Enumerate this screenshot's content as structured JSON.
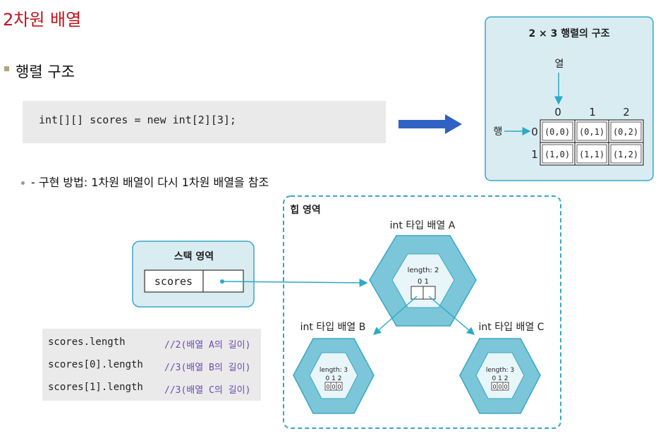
{
  "title": "2차원 배열",
  "section": {
    "label": "행렬 구조"
  },
  "code_decl": "int[][] scores = new int[2][3];",
  "matrix_panel": {
    "title": "2 × 3 행렬의 구조",
    "col_label": "열",
    "row_label": "행",
    "col_indices": [
      "0",
      "1",
      "2"
    ],
    "row_indices": [
      "0",
      "1"
    ],
    "cells": [
      [
        "(0,0)",
        "(0,1)",
        "(0,2)"
      ],
      [
        "(1,0)",
        "(1,1)",
        "(1,2)"
      ]
    ]
  },
  "impl": {
    "text": "- 구현 방법: 1차원 배열이 다시 1차원 배열을 참조"
  },
  "stack": {
    "title": "스택 영역",
    "var": "scores"
  },
  "heap": {
    "title": "힙 영역",
    "array_a": {
      "label": "int 타입 배열 A",
      "length_text": "length: 2",
      "indices": "0  1"
    },
    "array_b": {
      "label": "int 타입 배열 B",
      "length_text": "length: 3",
      "indices": "0 1 2",
      "cells": [
        "0",
        "0",
        "0"
      ]
    },
    "array_c": {
      "label": "int 타입 배열 C",
      "length_text": "length: 3",
      "indices": "0 1 2",
      "cells": [
        "0",
        "0",
        "0"
      ]
    }
  },
  "code_lengths": [
    {
      "code": "scores.length",
      "comment": "//2(배열 A의 길이)"
    },
    {
      "code": "scores[0].length",
      "comment": "//3(배열 B의 길이)"
    },
    {
      "code": "scores[1].length",
      "comment": "//3(배열 C의 길이)"
    }
  ],
  "colors": {
    "title_red": "#c0141c",
    "panel_fill": "#d9ecf2",
    "panel_border": "#3aa6c4",
    "arrow_blue": "#2f62c2",
    "hex_outer": "#7cc6d9",
    "hex_inner": "#e8f5f9",
    "comment_purple": "#6a4bb5"
  }
}
